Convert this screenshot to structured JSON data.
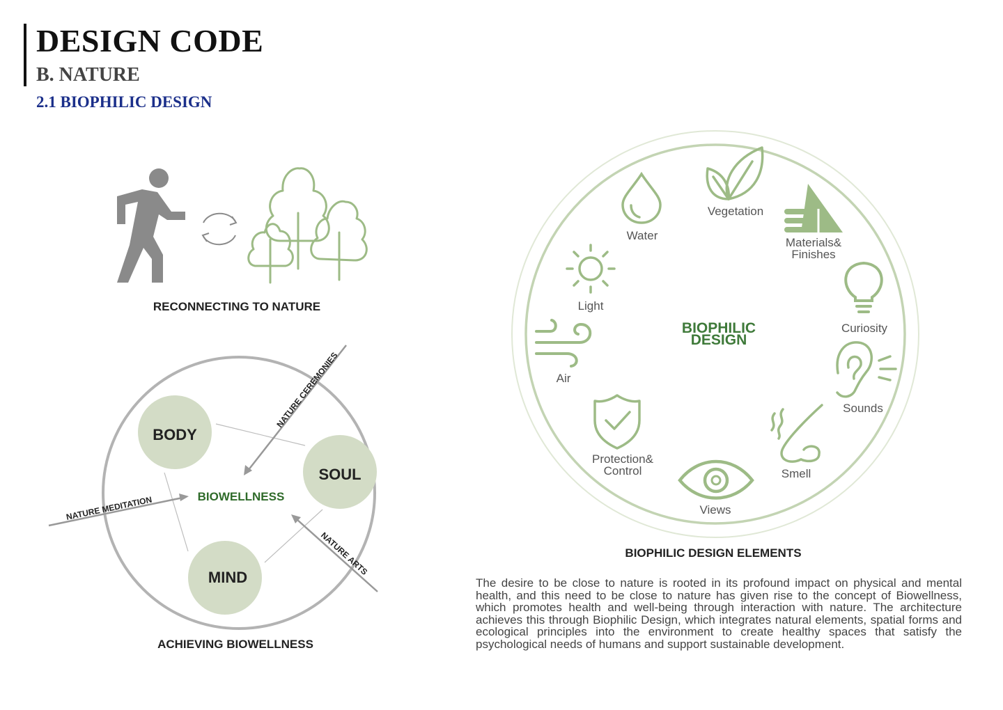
{
  "header": {
    "title": "DESIGN CODE",
    "subtitle": "B.  NATURE",
    "section": "2.1  BIOPHILIC DESIGN"
  },
  "reconnect": {
    "caption": "RECONNECTING TO NATURE",
    "icons": [
      "walking-person-icon",
      "cycle-arrows-icon",
      "trees-icon"
    ]
  },
  "biowellness": {
    "caption": "ACHIEVING BIOWELLNESS",
    "center": "BIOWELLNESS",
    "nodes": {
      "body": "BODY",
      "soul": "SOUL",
      "mind": "MIND"
    },
    "rays": {
      "ceremonies": "NATURE CEREMONIES",
      "meditation": "NATURE MEDITATION",
      "arts": "NATURE ARTS"
    }
  },
  "elements": {
    "caption": "BIOPHILIC DESIGN ELEMENTS",
    "center_line1": "BIOPHILIC",
    "center_line2": "DESIGN",
    "items": {
      "water": "Water",
      "vegetation": "Vegetation",
      "materials_1": "Materials&",
      "materials_2": "Finishes",
      "light": "Light",
      "curiosity": "Curiosity",
      "air": "Air",
      "sounds": "Sounds",
      "protection_1": "Protection&",
      "protection_2": "Control",
      "smell": "Smell",
      "views": "Views"
    }
  },
  "paragraph": "The desire to be close to nature is rooted in its profound impact on physical and mental health, and this need to be close to nature has given rise to the concept of Biowellness, which promotes health and well-being through interaction with nature. The architecture achieves this through Biophilic Design, which integrates natural elements, spatial forms and ecological principles into the environment to create healthy spaces that satisfy the psychological needs of humans and support sustainable development.",
  "colors": {
    "green_icon": "#9dbb86",
    "green_text": "#3f7a3a",
    "node_fill": "#d3dcc6",
    "grey_figure": "#8a8a8a",
    "section_blue": "#1b2f8a"
  }
}
